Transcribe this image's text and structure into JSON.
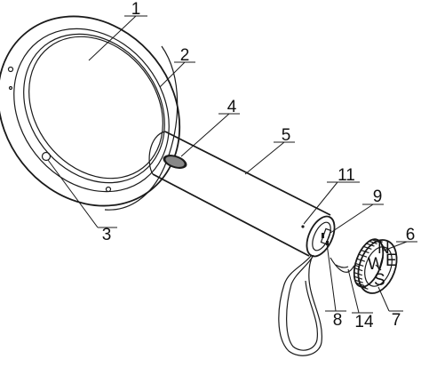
{
  "labels": [
    {
      "id": "part-1",
      "text": "1"
    },
    {
      "id": "part-2",
      "text": "2"
    },
    {
      "id": "part-3",
      "text": "3"
    },
    {
      "id": "part-4",
      "text": "4"
    },
    {
      "id": "part-5",
      "text": "5"
    },
    {
      "id": "part-6",
      "text": "6"
    },
    {
      "id": "part-7",
      "text": "7"
    },
    {
      "id": "part-8",
      "text": "8"
    },
    {
      "id": "part-9",
      "text": "9"
    },
    {
      "id": "part-11",
      "text": "11"
    },
    {
      "id": "part-14",
      "text": "14"
    }
  ],
  "compass": {
    "n": "N",
    "s": "S",
    "e": "E",
    "w": "W"
  }
}
